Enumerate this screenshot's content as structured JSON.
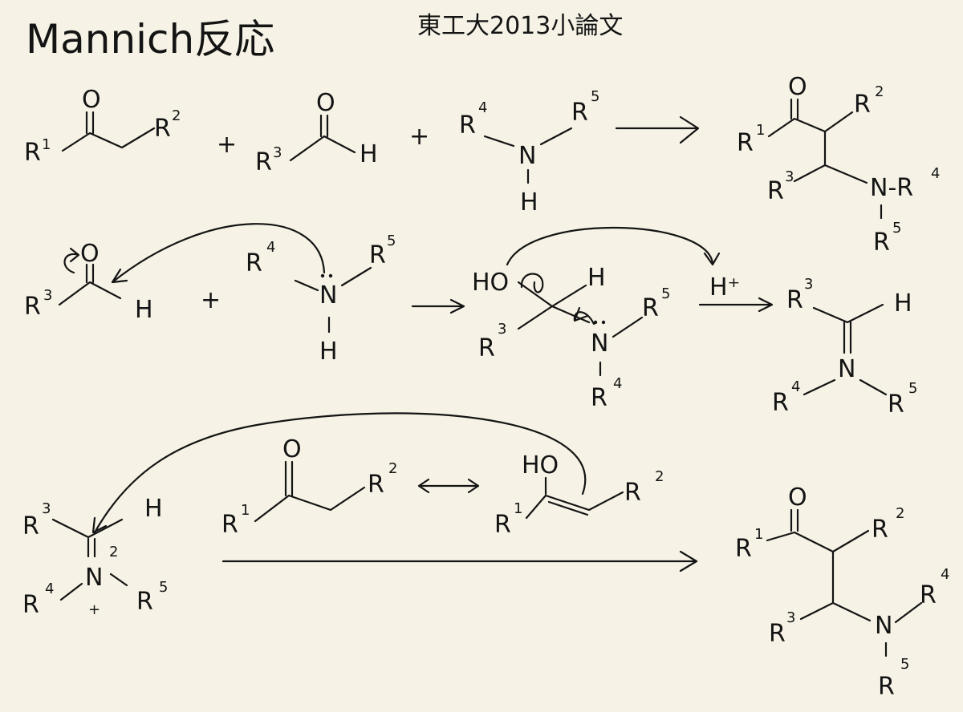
{
  "title": "Mannich反応",
  "subtitle": "東工大2013小論文",
  "labels": {
    "R1": "R",
    "R2": "R",
    "R3": "R",
    "R4": "R",
    "R5": "R",
    "sup1": "1",
    "sup2": "2",
    "sup3": "3",
    "sup4": "4",
    "sup5": "5",
    "O": "O",
    "H": "H",
    "N": "N",
    "HO": "HO",
    "plus": "+",
    "hplus": "H⁺",
    "nr4": "N-R",
    "two": "2"
  }
}
